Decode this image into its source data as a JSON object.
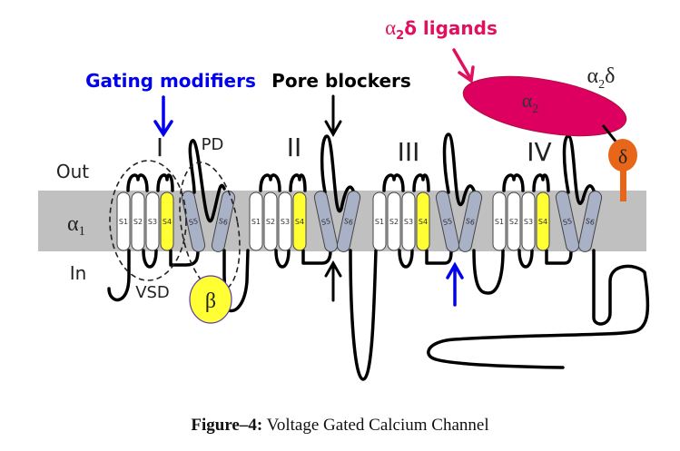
{
  "figure": {
    "caption_prefix": "Figure–4:",
    "caption_text": " Voltage Gated Calcium Channel"
  },
  "labels": {
    "out": "Out",
    "in": "In",
    "alpha1": "α",
    "alpha1_sub": "1",
    "gating_modifiers": "Gating modifiers",
    "pore_blockers": "Pore blockers",
    "a2d_ligands_alpha": "α",
    "a2d_ligands_sub": "2",
    "a2d_ligands_rest": "δ ligands",
    "a2d_alpha": "α",
    "a2d_sub": "2",
    "a2d_delta": "δ",
    "alpha2": "α",
    "alpha2_sub": "2",
    "delta": "δ",
    "beta": "β",
    "vsd": "VSD",
    "pd": "PD"
  },
  "domains": [
    {
      "name": "I",
      "helices": [
        "S1",
        "S2",
        "S3",
        "S4",
        "S5",
        "S6"
      ]
    },
    {
      "name": "II",
      "helices": [
        "S1",
        "S2",
        "S3",
        "S4",
        "S5",
        "S6"
      ]
    },
    {
      "name": "III",
      "helices": [
        "S1",
        "S2",
        "S3",
        "S4",
        "S5",
        "S6"
      ]
    },
    {
      "name": "IV",
      "helices": [
        "S1",
        "S2",
        "S3",
        "S4",
        "S5",
        "S6"
      ]
    }
  ],
  "colors": {
    "membrane": "#c0c0c0",
    "voltage_sensor_s4": "#ffff33",
    "pore_helix": "#a9b1c6",
    "other_helix": "#ffffff",
    "gating_modifiers": "#0000ee",
    "a2d_ligands": "#e0105f",
    "alpha2": "#dd0060",
    "delta": "#e8661a",
    "beta": "#ffff33"
  }
}
